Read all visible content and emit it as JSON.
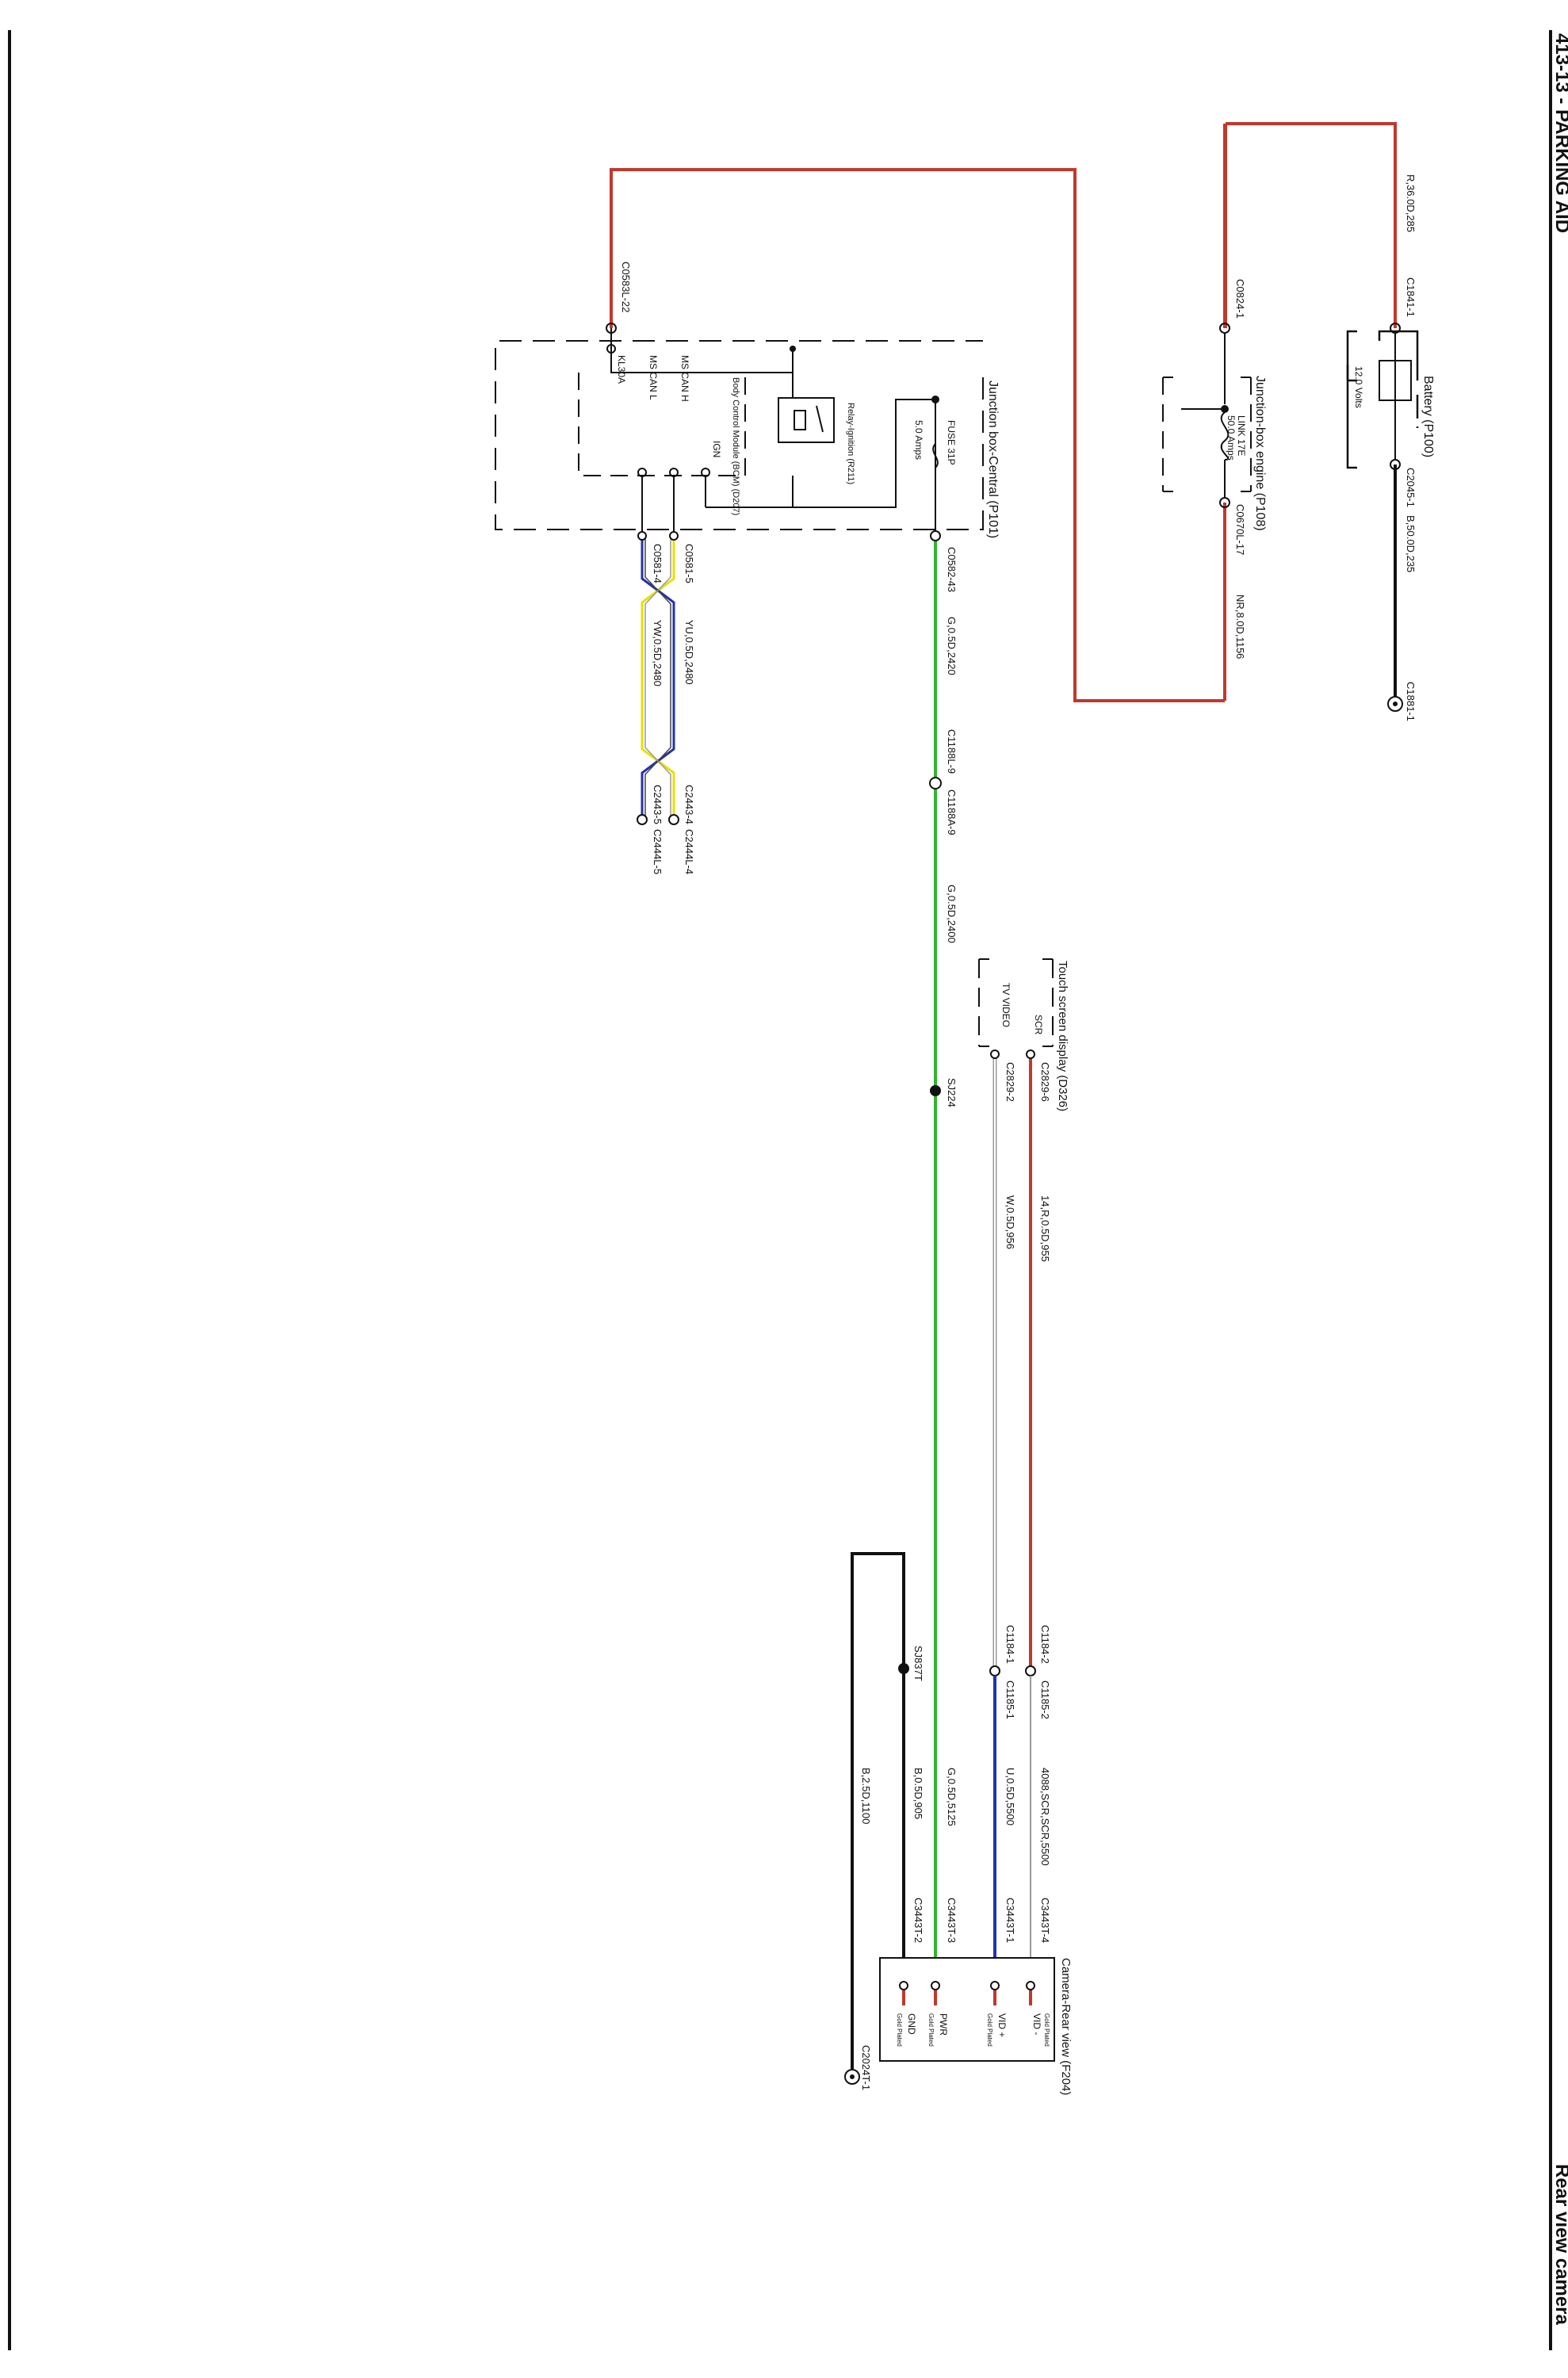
{
  "header": {
    "section": "413-13 - PARKING AID",
    "subsection": "Rear view camera"
  },
  "components": {
    "battery": {
      "name": "Battery (P100)",
      "voltage": "12.0 Volts"
    },
    "jb_engine": {
      "name": "Junction-box engine (P108)",
      "fuse": "LINK 17E",
      "rating": "50.0 Amps"
    },
    "jb_central": {
      "name": "Junction box-Central (P101)",
      "fuse": "FUSE 31P",
      "rating": "5.0 Amps"
    },
    "relay": {
      "name": "Relay-Ignition (R211)"
    },
    "bcm": {
      "name": "Body Control Module (BCM) (D207)"
    },
    "display": {
      "name": "Touch screen display (D326)"
    },
    "camera": {
      "name": "Camera-Rear view (F204)"
    }
  },
  "pins": {
    "ign": "IGN",
    "ms_can_h": "MS CAN H",
    "ms_can_l": "MS CAN L",
    "kl30a": "KL30A",
    "scr": "SCR",
    "tv_video": "TV VIDEO",
    "vid_minus": "VID -",
    "vid_plus": "VID +",
    "pwr": "PWR",
    "gnd": "GND",
    "gold_plated": "Gold Plated"
  },
  "connectors": {
    "c1841_1": "C1841-1",
    "c2045_1": "C2045-1",
    "c1881_1": "C1881-1",
    "c0824_1": "C0824-1",
    "c0670l_17": "C0670L-17",
    "c0583l_22": "C0583L-22",
    "c0582_43": "C0582-43",
    "c0581_5": "C0581-5",
    "c0581_4": "C0581-4",
    "c1188l_9": "C1188L-9",
    "c1188a_9": "C1188A-9",
    "c2443_4": "C2443-4",
    "c2444l_4": "C2444L-4",
    "c2443_5": "C2443-5",
    "c2444l_5": "C2444L-5",
    "c2829_6": "C2829-6",
    "c2829_2": "C2829-2",
    "c1184_2": "C1184-2",
    "c1185_2": "C1185-2",
    "c1184_1": "C1184-1",
    "c1185_1": "C1185-1",
    "c3443t_4": "C3443T-4",
    "c3443t_1": "C3443T-1",
    "c3443t_3": "C3443T-3",
    "c3443t_2": "C3443T-2",
    "c2024t_1": "C2024T-1"
  },
  "wires": {
    "w_r36_285": "R,36.0D,285",
    "w_b50_235": "B,50.0D,235",
    "w_nr_1156": "NR,8.0D,1156",
    "w_g_2420": "G,0.5D,2420",
    "w_g_2400": "G,0.5D,2400",
    "w_yu_2480": "YU,0.5D,2480",
    "w_yw_2480": "YW,0.5D,2480",
    "w_r_955": "14,R,0.5D,955",
    "w_w_956": "W,0.5D,956",
    "w_scr_5500": "4088,SCR,SCR,5500",
    "w_u_5500": "U,0.5D,5500",
    "w_g_5125": "G,0.5D,5125",
    "w_b_905": "B,0.5D,905",
    "w_b_1100": "B,2.5D,1100"
  },
  "splices": {
    "sj224": "SJ224",
    "sj837t": "SJ837T"
  },
  "colors": {
    "red": "#c0392b",
    "green": "#2fb52f",
    "blue": "#2233aa",
    "black": "#111111",
    "yellow": "#e8e000",
    "grey": "#9a9a9a"
  }
}
